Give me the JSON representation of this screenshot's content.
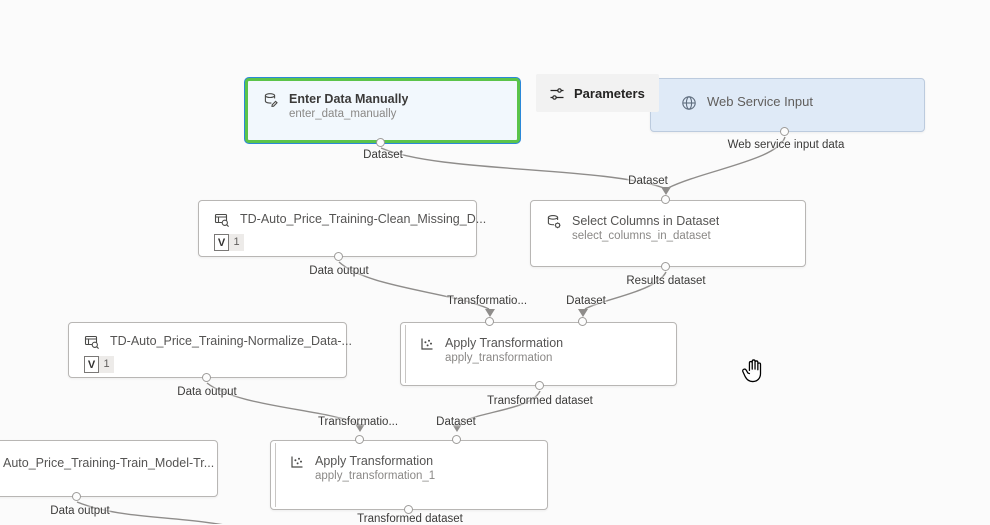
{
  "toolbar": {
    "parameters_label": "Parameters"
  },
  "nodes": {
    "enter_data": {
      "title": "Enter Data Manually",
      "subtitle": "enter_data_manually",
      "output_label": "Dataset",
      "selected": true
    },
    "web_service_input": {
      "title": "Web Service Input",
      "output_label": "Web service input data"
    },
    "clean_missing": {
      "title": "TD-Auto_Price_Training-Clean_Missing_D...",
      "version": "1",
      "output_label": "Data output"
    },
    "select_columns": {
      "title": "Select Columns in Dataset",
      "subtitle": "select_columns_in_dataset",
      "input_label": "Dataset",
      "output_label": "Results dataset"
    },
    "normalize": {
      "title": "TD-Auto_Price_Training-Normalize_Data-...",
      "version": "1",
      "output_label": "Data output"
    },
    "apply_transformation": {
      "title": "Apply Transformation",
      "subtitle": "apply_transformation",
      "input_labels": [
        "Transformatio...",
        "Dataset"
      ],
      "output_label": "Transformed dataset"
    },
    "train_model": {
      "title": "Auto_Price_Training-Train_Model-Tr...",
      "output_label": "Data output"
    },
    "apply_transformation_1": {
      "title": "Apply Transformation",
      "subtitle": "apply_transformation_1",
      "input_labels": [
        "Transformatio...",
        "Dataset"
      ],
      "output_label": "Transformed dataset"
    }
  },
  "badge": {
    "version_prefix": "V"
  },
  "colors": {
    "canvas_bg": "#fbfbfb",
    "selection_green": "#5bc44a",
    "selection_ring_blue": "#2b88d8",
    "selected_fill": "#f2f8fd",
    "web_service_fill": "#dfeaf7",
    "edge_gray": "#8f8d8b",
    "node_border": "#b8b6b4"
  }
}
